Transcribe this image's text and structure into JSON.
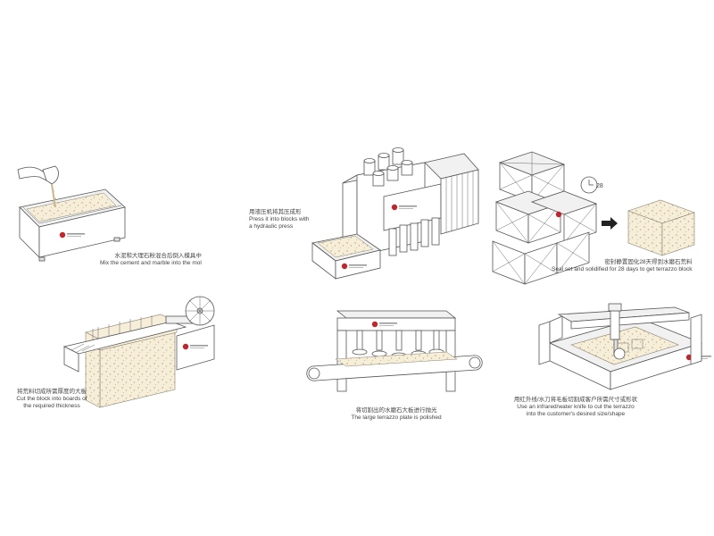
{
  "steps": [
    {
      "id": "mix",
      "label_cn": "水泥和大理石粉混合后倒入模具中",
      "label_en": "Mix the cement and marble into the mol",
      "icon": "pouring-mold-icon"
    },
    {
      "id": "press",
      "label_cn": "用液压机将其压成形",
      "label_en_1": "Press it into blocks with",
      "label_en_2": "a hydraulic press",
      "icon": "hydraulic-press-icon"
    },
    {
      "id": "cure",
      "label_cn": "密封静置固化28天得到水磨石荒料",
      "label_en": "Seal set and solidified for 28 days to get terrazzo block",
      "icon": "crated-blocks-icon",
      "timer_label": "28"
    },
    {
      "id": "cut",
      "label_cn": "将荒料切成所需厚度的大板",
      "label_en_1": "Cut the block into boards of",
      "label_en_2": "the required thickness",
      "icon": "gang-saw-icon"
    },
    {
      "id": "polish",
      "label_cn": "将切割出的水磨石大板进行抛光",
      "label_en": "The large terrazzo plate is polished",
      "icon": "polishing-machine-icon"
    },
    {
      "id": "shape",
      "label_cn": "用红外线/水刀将毛板切割成客户所需尺寸或形状",
      "label_en_1": "Use an infrared/water knife to cut the terrazzo",
      "label_en_2": "into the customer's desired size/shape",
      "icon": "bridge-saw-icon"
    }
  ],
  "colors": {
    "line": "#555555",
    "terrazzo": "#f6eed8",
    "terrazzo_dot": "#c8b78c",
    "brand": "#c0262d",
    "arrow": "#222222"
  }
}
